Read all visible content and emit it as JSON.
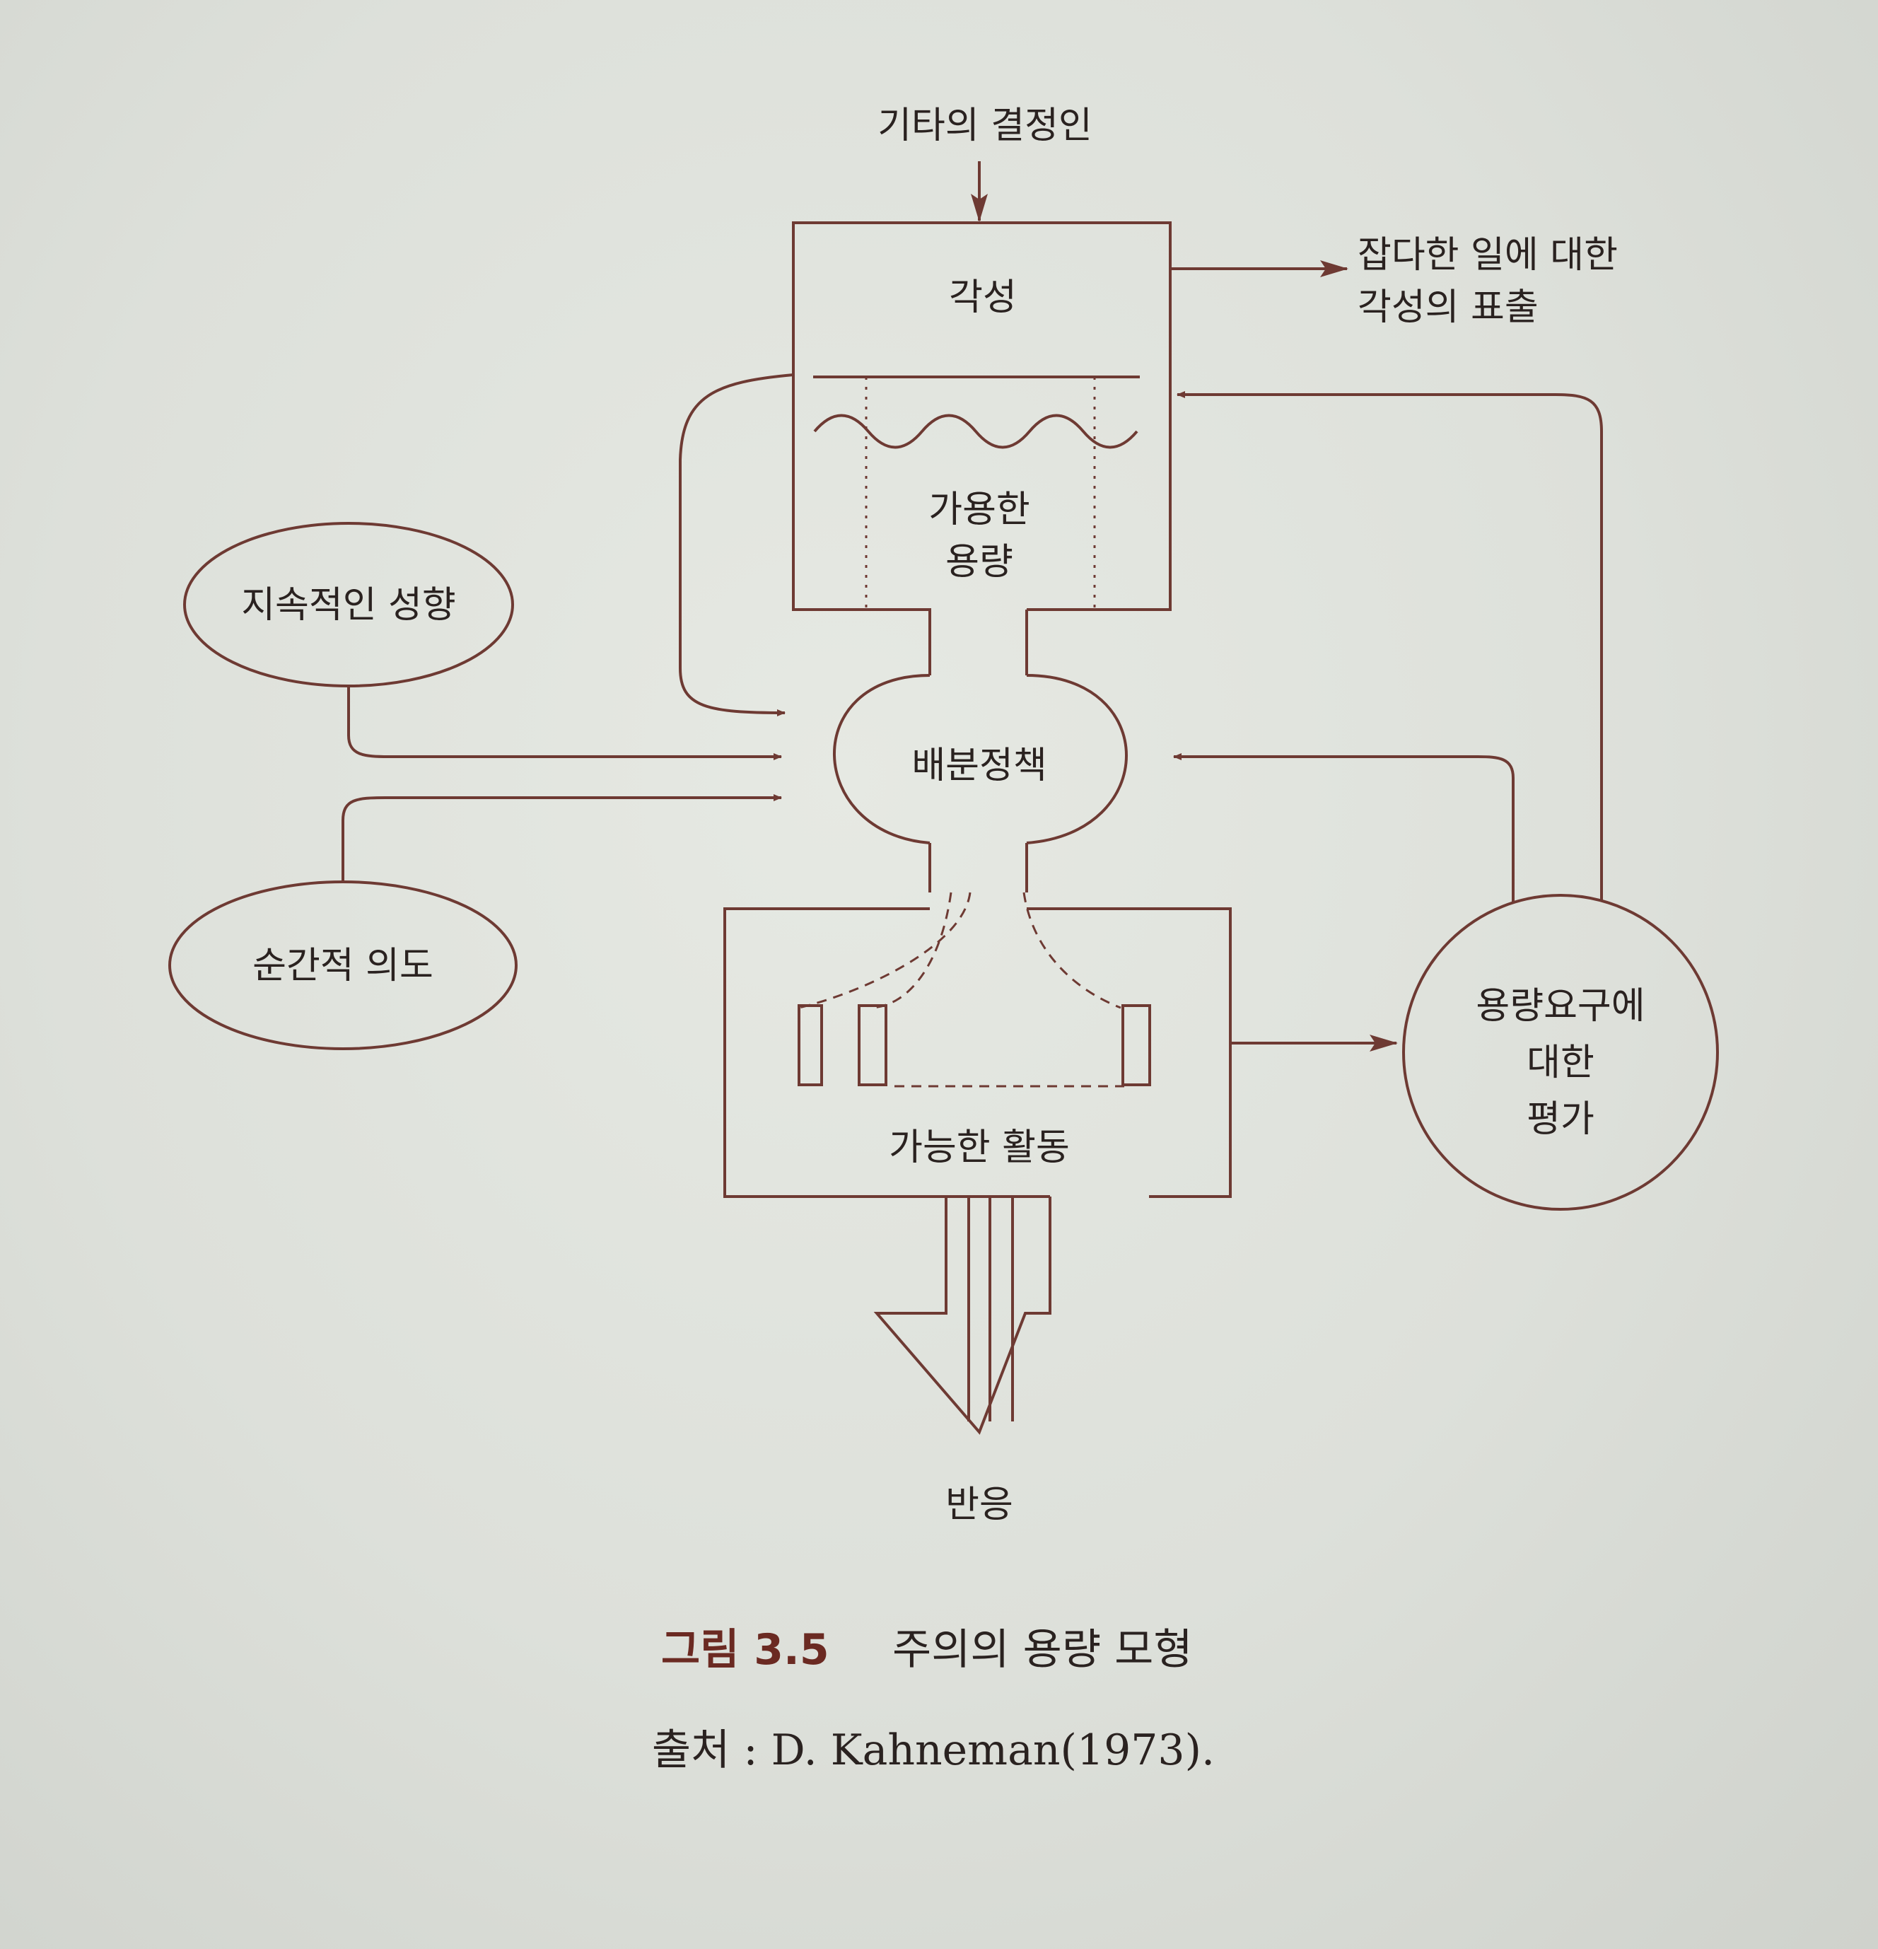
{
  "diagram": {
    "other_determinants": "기타의 결정인",
    "arousal": "각성",
    "misc_arousal_line1": "잡다한 일에 대한",
    "misc_arousal_line2": "각성의 표출",
    "available_capacity_line1": "가용한",
    "available_capacity_line2": "용량",
    "enduring_dispositions": "지속적인 성향",
    "allocation_policy": "배분정책",
    "momentary_intentions": "순간적 의도",
    "possible_activities": "가능한 활동",
    "evaluation_line1": "용량요구에",
    "evaluation_line2": "대한",
    "evaluation_line3": "평가",
    "responses": "반응"
  },
  "caption": {
    "figure_number": "그림 3.5",
    "figure_title": "주의의 용량 모형",
    "source": "출처 : D. Kahneman(1973)."
  },
  "colors": {
    "line": "#6e3a33",
    "text": "#2a2220",
    "figure_number": "#6b2a22",
    "paper": "#dcdfd9"
  }
}
